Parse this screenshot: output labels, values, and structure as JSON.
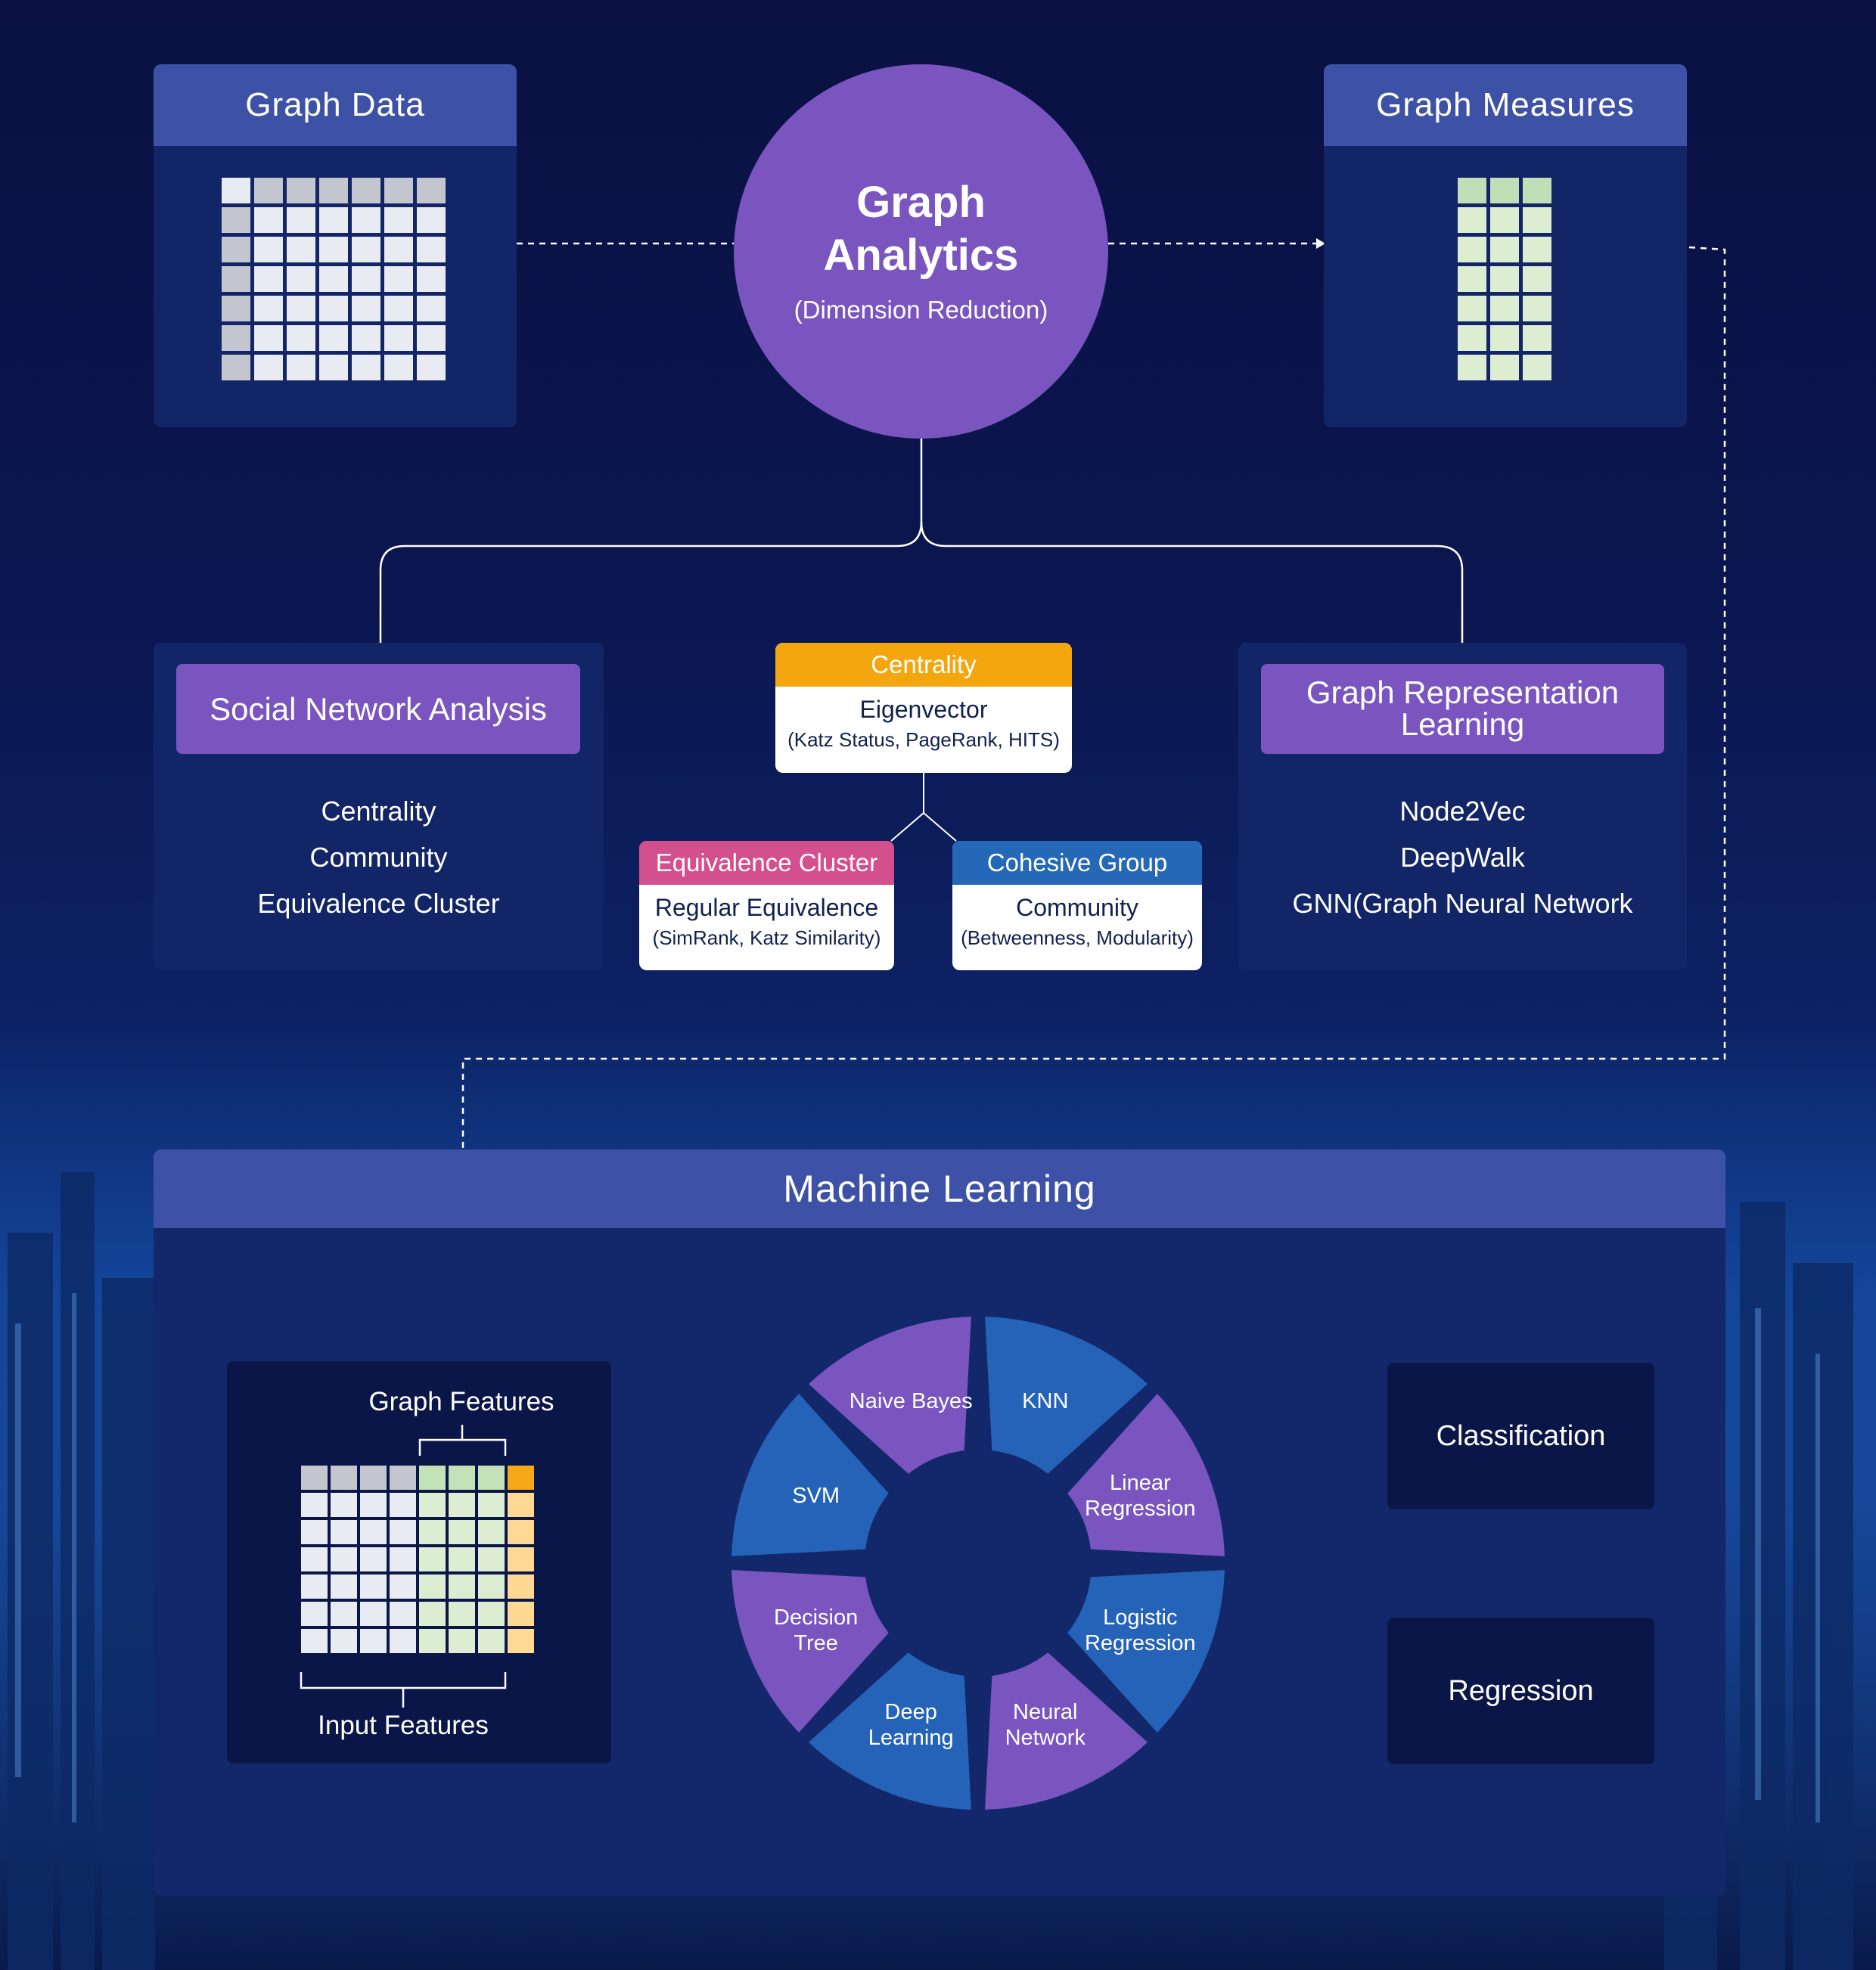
{
  "colors": {
    "purple": "#7a55c0",
    "blue": "#2563b8",
    "panel_header": "#3d52a6",
    "centrality": "#f4a60f",
    "equivalence": "#d34f8d",
    "cohesive": "#2568b8",
    "grid_light": "#e9ebf2",
    "grid_gray": "#c4c6cf",
    "grid_green": "#dcedd2",
    "grid_orange": "#f6a816",
    "grid_orange_light": "#ffd894"
  },
  "graph_data": {
    "title": "Graph Data"
  },
  "graph_measures": {
    "title": "Graph Measures"
  },
  "hub": {
    "title_line1": "Graph",
    "title_line2": "Analytics",
    "subtitle": "(Dimension Reduction)"
  },
  "sna": {
    "title": "Social Network Analysis",
    "items": [
      "Centrality",
      "Community",
      "Equivalence Cluster"
    ]
  },
  "grl": {
    "title_line1": "Graph Representation",
    "title_line2": "Learning",
    "items": [
      "Node2Vec",
      "DeepWalk",
      "GNN(Graph Neural Network"
    ]
  },
  "centrality_card": {
    "header": "Centrality",
    "line1": "Eigenvector",
    "line2": "(Katz Status, PageRank, HITS)"
  },
  "equivalence_card": {
    "header": "Equivalence Cluster",
    "line1": "Regular Equivalence",
    "line2": "(SimRank, Katz Similarity)"
  },
  "cohesive_card": {
    "header": "Cohesive Group",
    "line1": "Community",
    "line2": "(Betweenness, Modularity)"
  },
  "ml": {
    "title": "Machine Learning",
    "graph_features_label": "Graph Features",
    "input_features_label": "Input Features",
    "algorithms": [
      "KNN",
      "Linear Regression",
      "Logistic Regression",
      "Neural Network",
      "Deep Learning",
      "Decision Tree",
      "SVM",
      "Naive Bayes"
    ],
    "algorithm_lines": [
      [
        "KNN"
      ],
      [
        "Linear",
        "Regression"
      ],
      [
        "Logistic",
        "Regression"
      ],
      [
        "Neural",
        "Network"
      ],
      [
        "Deep",
        "Learning"
      ],
      [
        "Decision",
        "Tree"
      ],
      [
        "SVM"
      ],
      [
        "Naive Bayes"
      ]
    ],
    "outputs": {
      "classification": "Classification",
      "regression": "Regression"
    }
  }
}
